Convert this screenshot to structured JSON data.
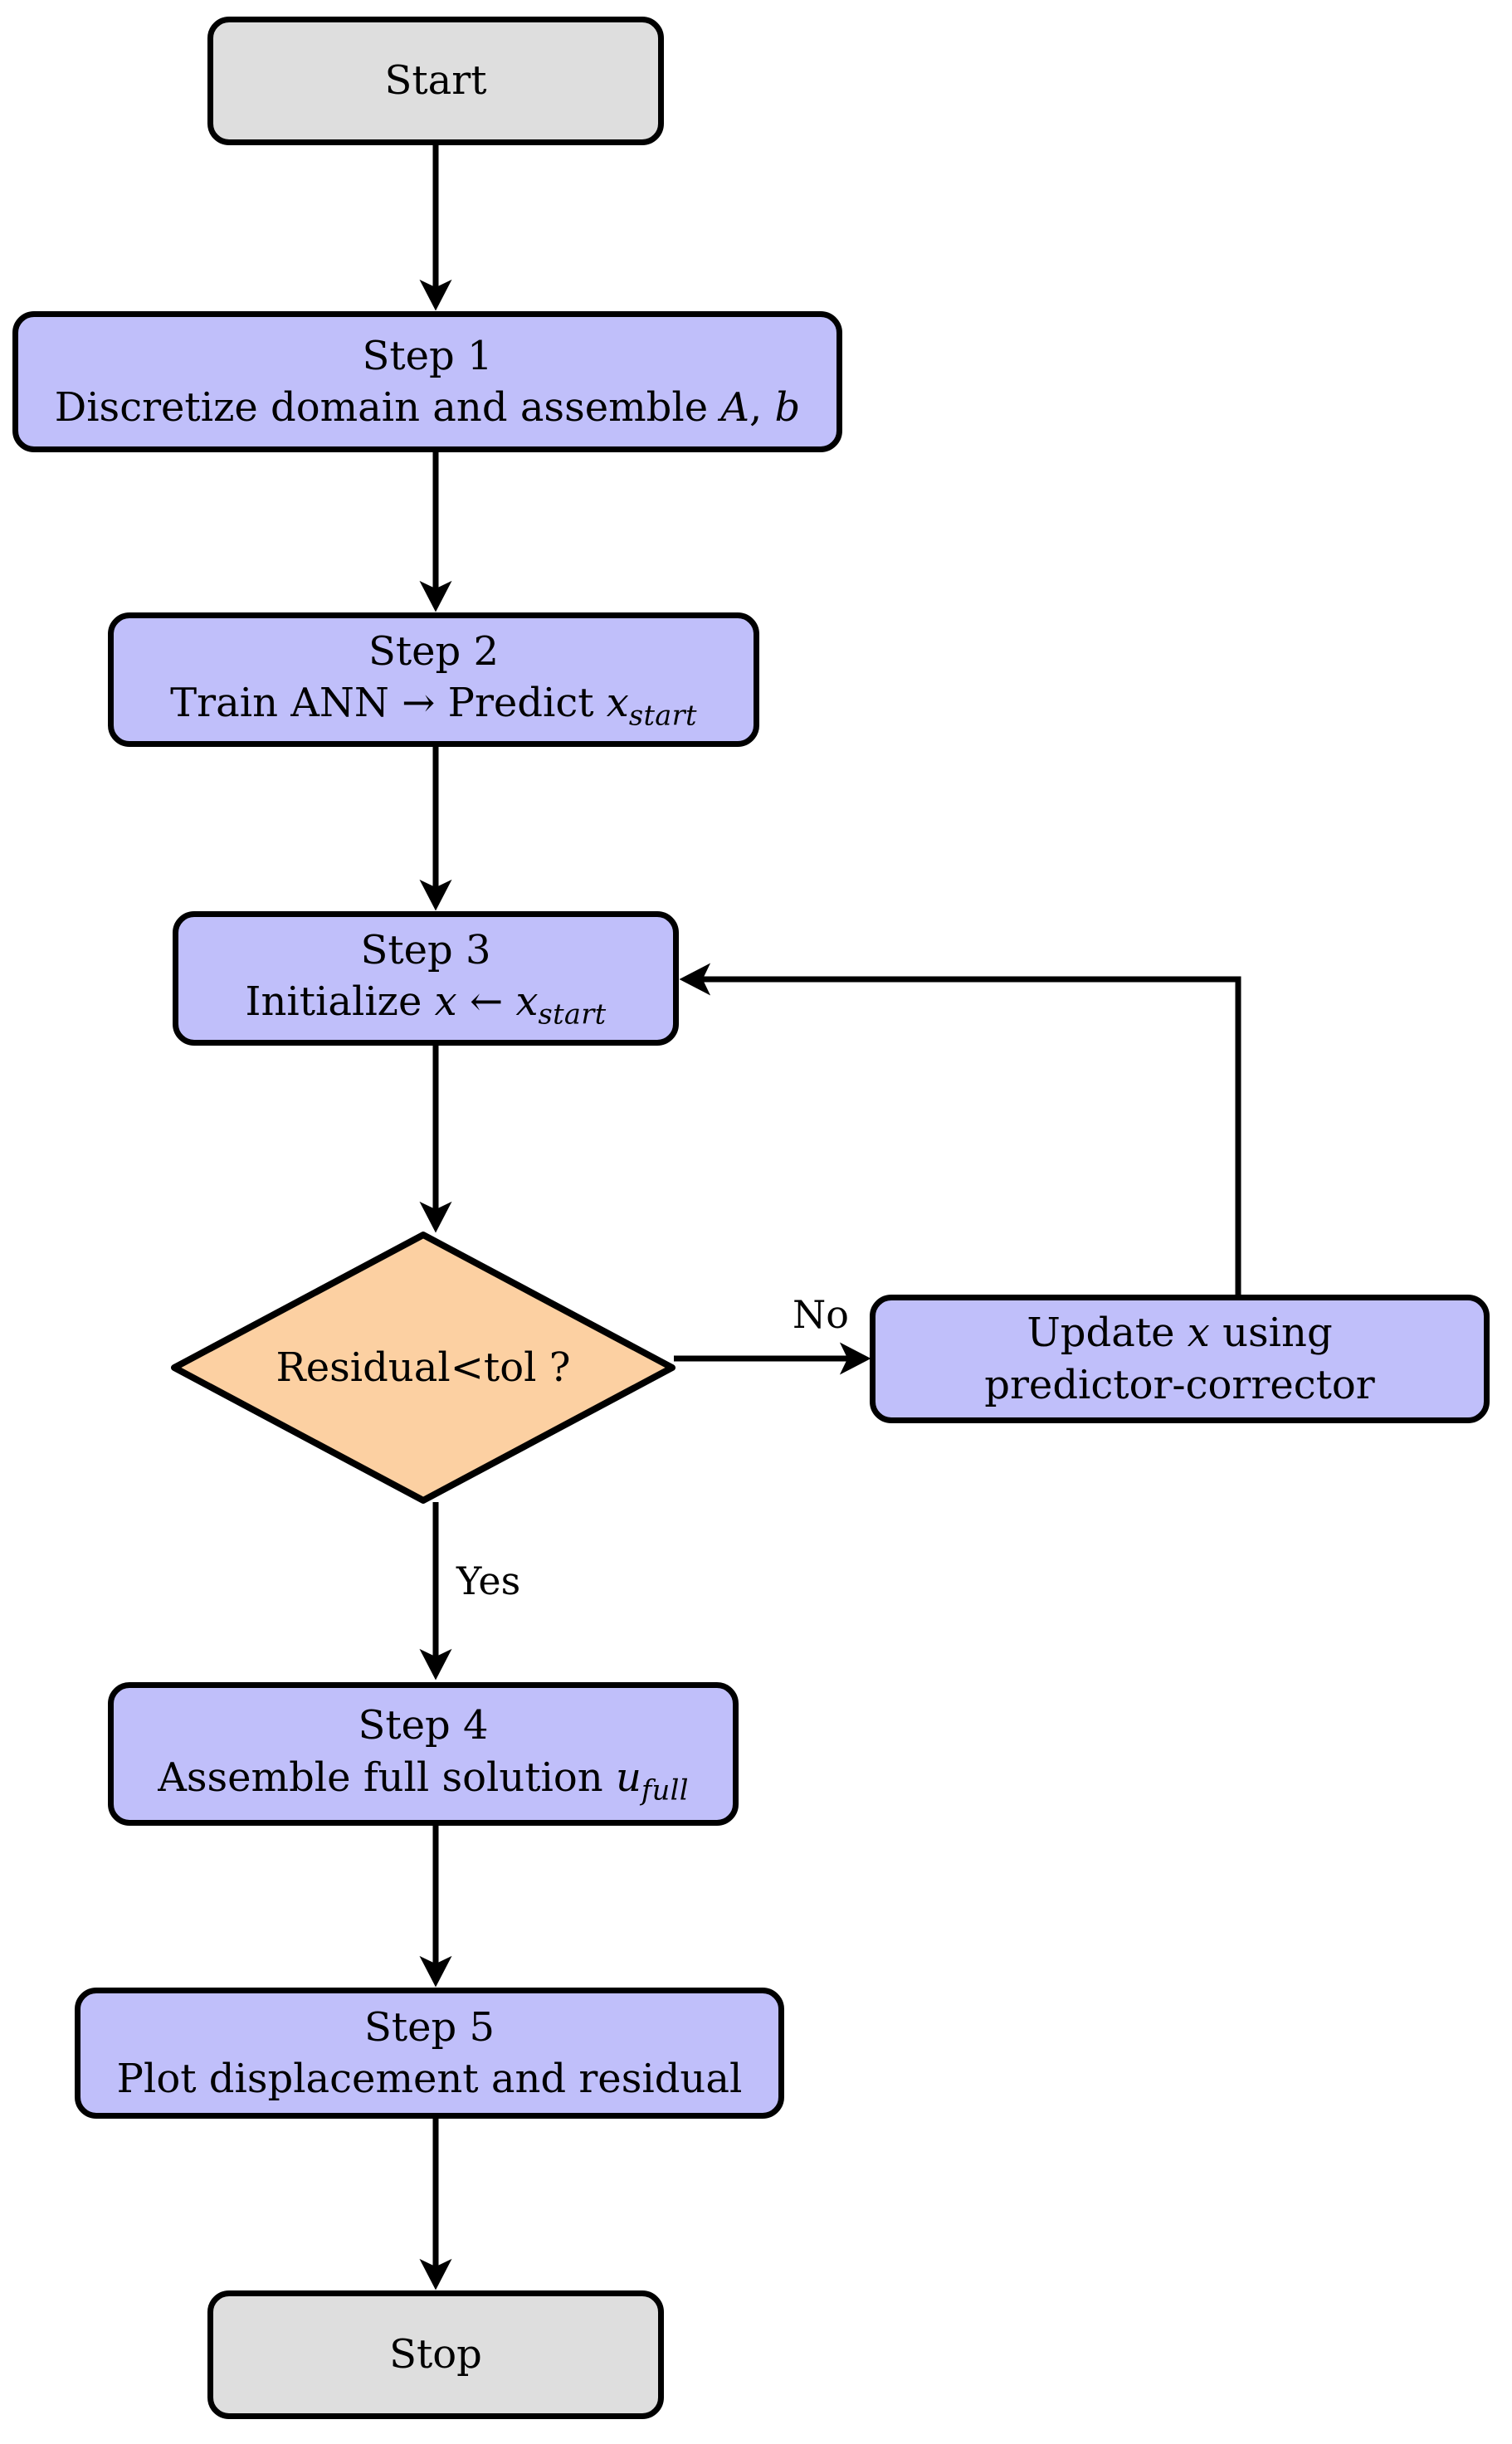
{
  "diagram": {
    "title": "ANN-accelerated predictor-corrector solver flowchart",
    "type": "flowchart",
    "colors": {
      "terminal_fill": "#DEDEDE",
      "process_fill": "#C0BFFA",
      "decision_fill": "#FCD0A2",
      "stroke": "#000000",
      "background": "#FFFFFF"
    },
    "nodes": [
      {
        "id": "start",
        "shape": "rounded-rectangle",
        "kind": "terminal",
        "label": "Start",
        "lines": [
          "Start"
        ]
      },
      {
        "id": "step1",
        "shape": "rounded-rectangle",
        "kind": "process",
        "label": "Step 1 Discretize domain and assemble A, b",
        "line1": "Step 1",
        "line2_pre": "Discretize domain and assemble ",
        "line2_var1": "A",
        "line2_mid": ", ",
        "line2_var2": "b"
      },
      {
        "id": "step2",
        "shape": "rounded-rectangle",
        "kind": "process",
        "label": "Step 2 Train ANN → Predict x_start",
        "line1": "Step 2",
        "line2_pre": "Train ANN → Predict ",
        "line2_var": "x",
        "line2_sub": "start"
      },
      {
        "id": "step3",
        "shape": "rounded-rectangle",
        "kind": "process",
        "label": "Step 3 Initialize x ← x_start",
        "line1": "Step 3",
        "line2_pre": "Initialize ",
        "line2_var1": "x",
        "line2_mid": " ← ",
        "line2_var2": "x",
        "line2_sub": "start"
      },
      {
        "id": "decision",
        "shape": "diamond",
        "kind": "decision",
        "label": "Residual < tol ?"
      },
      {
        "id": "update",
        "shape": "rounded-rectangle",
        "kind": "process",
        "label": "Update x using predictor-corrector",
        "line1_pre": "Update ",
        "line1_var": "x",
        "line1_post": " using",
        "line2": "predictor-corrector"
      },
      {
        "id": "step4",
        "shape": "rounded-rectangle",
        "kind": "process",
        "label": "Step 4 Assemble full solution u_full",
        "line1": "Step 4",
        "line2_pre": "Assemble full solution ",
        "line2_var": "u",
        "line2_sub": "full"
      },
      {
        "id": "step5",
        "shape": "rounded-rectangle",
        "kind": "process",
        "label": "Step 5 Plot displacement and residual",
        "line1": "Step 5",
        "line2": "Plot displacement and residual"
      },
      {
        "id": "stop",
        "shape": "rounded-rectangle",
        "kind": "terminal",
        "label": "Stop",
        "lines": [
          "Stop"
        ]
      }
    ],
    "edges": [
      {
        "id": "e-start-step1",
        "from": "start",
        "to": "step1",
        "label": ""
      },
      {
        "id": "e-step1-step2",
        "from": "step1",
        "to": "step2",
        "label": ""
      },
      {
        "id": "e-step2-step3",
        "from": "step2",
        "to": "step3",
        "label": ""
      },
      {
        "id": "e-step3-decision",
        "from": "step3",
        "to": "decision",
        "label": ""
      },
      {
        "id": "e-decision-update",
        "from": "decision",
        "to": "update",
        "label": "No"
      },
      {
        "id": "e-update-step3",
        "from": "update",
        "to": "step3",
        "label": ""
      },
      {
        "id": "e-decision-step4",
        "from": "decision",
        "to": "step4",
        "label": "Yes"
      },
      {
        "id": "e-step4-step5",
        "from": "step4",
        "to": "step5",
        "label": ""
      },
      {
        "id": "e-step5-stop",
        "from": "step5",
        "to": "stop",
        "label": ""
      }
    ],
    "edge_labels": {
      "no": "No",
      "yes": "Yes"
    },
    "decision_text": {
      "pre": "Residual ",
      "op": "<",
      "post": " tol ?"
    }
  }
}
